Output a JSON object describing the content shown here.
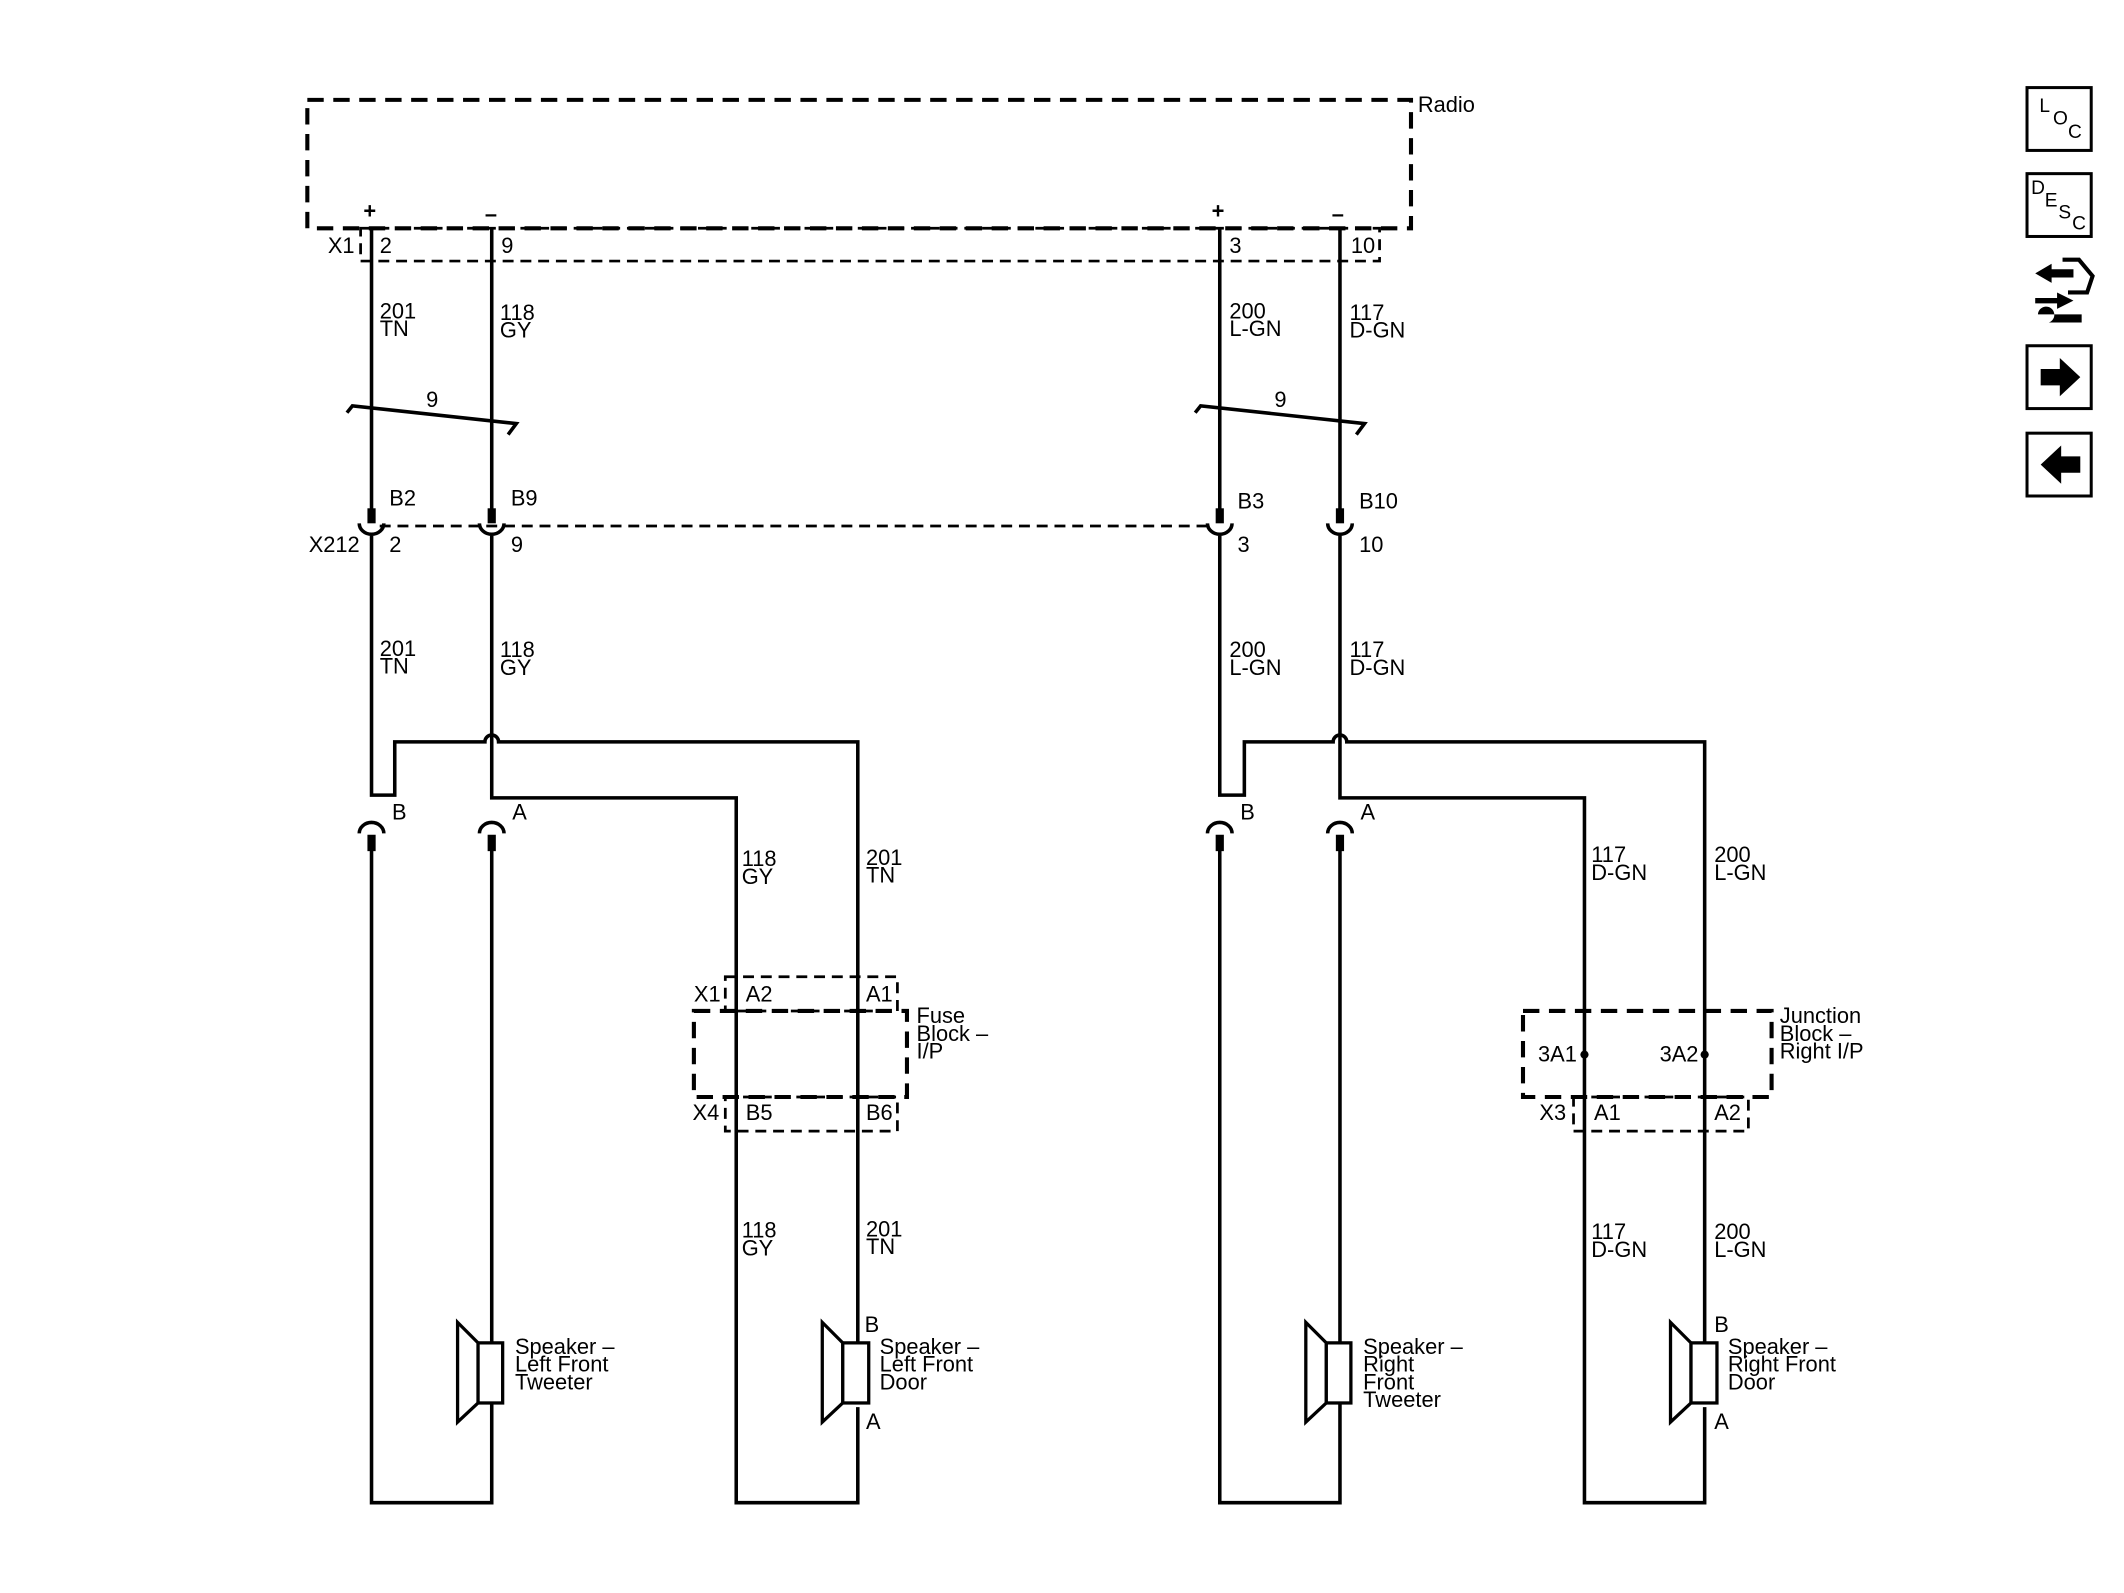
{
  "radio": {
    "label": "Radio"
  },
  "connectors": {
    "x1": "X1",
    "x212": "X212",
    "fuse_x1": "X1",
    "fuse_x4": "X4",
    "jb_x3": "X3"
  },
  "wires": [
    {
      "circuit": "201",
      "color": "TN",
      "polarity": "+",
      "x1_pin": "2",
      "inline_cav": "B2",
      "x212_pin": "2",
      "spk_pin": "B"
    },
    {
      "circuit": "118",
      "color": "GY",
      "polarity": "–",
      "x1_pin": "9",
      "inline_cav": "B9",
      "x212_pin": "9",
      "spk_pin": "A"
    },
    {
      "circuit": "200",
      "color": "L-GN",
      "polarity": "+",
      "x1_pin": "3",
      "inline_cav": "B3",
      "x212_pin": "3",
      "spk_pin": "B"
    },
    {
      "circuit": "117",
      "color": "D-GN",
      "polarity": "–",
      "x1_pin": "10",
      "inline_cav": "B10",
      "x212_pin": "10",
      "spk_pin": "A"
    }
  ],
  "twist_count": "9",
  "fuse_block": {
    "label_lines": [
      "Fuse",
      "Block –",
      "I/P"
    ],
    "pin_a2": "A2",
    "pin_a1": "A1",
    "pin_b5": "B5",
    "pin_b6": "B6"
  },
  "junction_block": {
    "label_lines": [
      "Junction",
      "Block –",
      "Right I/P"
    ],
    "pin_3a1": "3A1",
    "pin_3a2": "3A2",
    "pin_a1": "A1",
    "pin_a2": "A2"
  },
  "speakers": {
    "left_tweeter": {
      "label_lines": [
        "Speaker –",
        "Left Front",
        "Tweeter"
      ]
    },
    "left_door": {
      "label_lines": [
        "Speaker –",
        "Left Front",
        "Door"
      ],
      "pin_top": "B",
      "pin_bottom": "A"
    },
    "right_tweeter": {
      "label_lines": [
        "Speaker –",
        "Right",
        "Front",
        "Tweeter"
      ]
    },
    "right_door": {
      "label_lines": [
        "Speaker –",
        "Right Front",
        "Door"
      ],
      "pin_top": "B",
      "pin_bottom": "A"
    }
  },
  "nav": {
    "loc": {
      "l": "L",
      "o": "O",
      "c": "C",
      "icon": "location-icon"
    },
    "desc": {
      "d": "D",
      "e": "E",
      "s": "S",
      "c": "C",
      "icon": "description-icon"
    },
    "connector_icon": "connector-repair-icon",
    "next_icon": "arrow-right-icon",
    "prev_icon": "arrow-left-icon"
  }
}
